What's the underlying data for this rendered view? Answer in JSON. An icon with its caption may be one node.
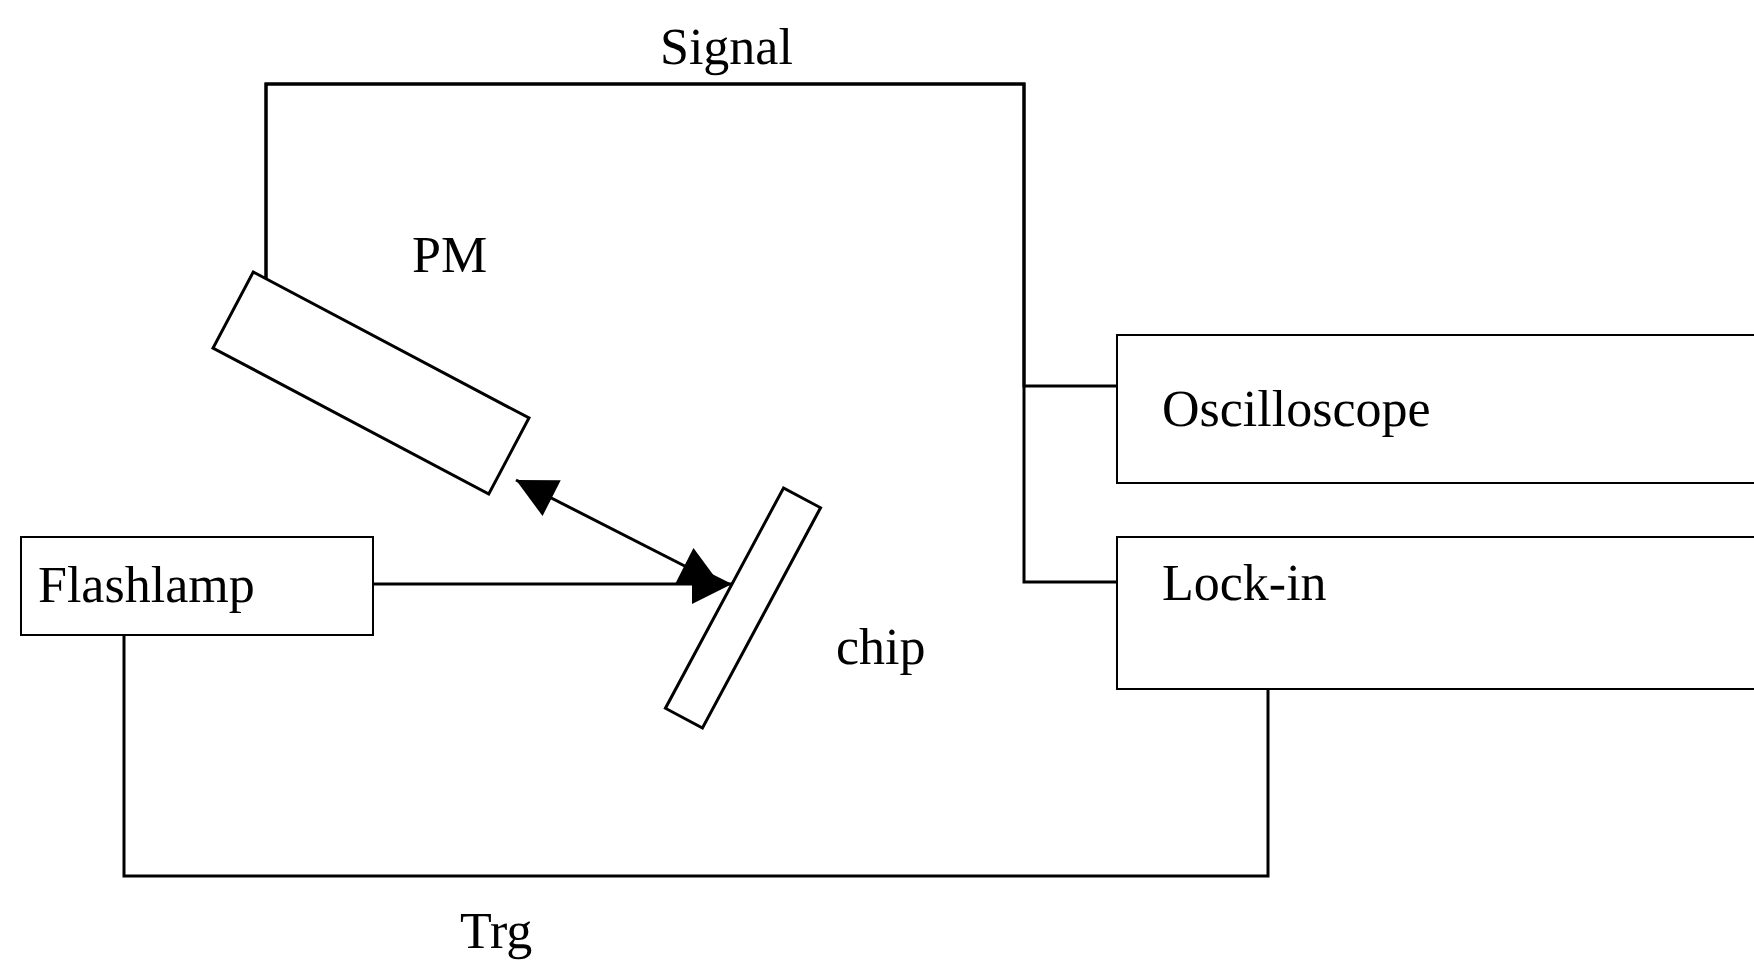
{
  "diagram": {
    "nodes": [
      {
        "text": [
          "PM"
        ]
      },
      {
        "text": [
          "Oscilloscope"
        ]
      },
      {
        "text": [
          "Flashlamp"
        ]
      },
      {
        "text": [
          "Lock-in"
        ]
      },
      {
        "text": [
          "chip"
        ]
      }
    ],
    "edges": [
      {
        "from": 0,
        "to": 1,
        "arrow": "none",
        "label": "Signal"
      },
      {
        "from": 0,
        "to": 3,
        "arrow": "none"
      },
      {
        "from": 2,
        "to": 4,
        "arrow": "to"
      },
      {
        "from": 0,
        "to": 4,
        "arrow": "both"
      },
      {
        "from": 2,
        "to": 3,
        "arrow": "none",
        "label": "Trg"
      }
    ]
  }
}
